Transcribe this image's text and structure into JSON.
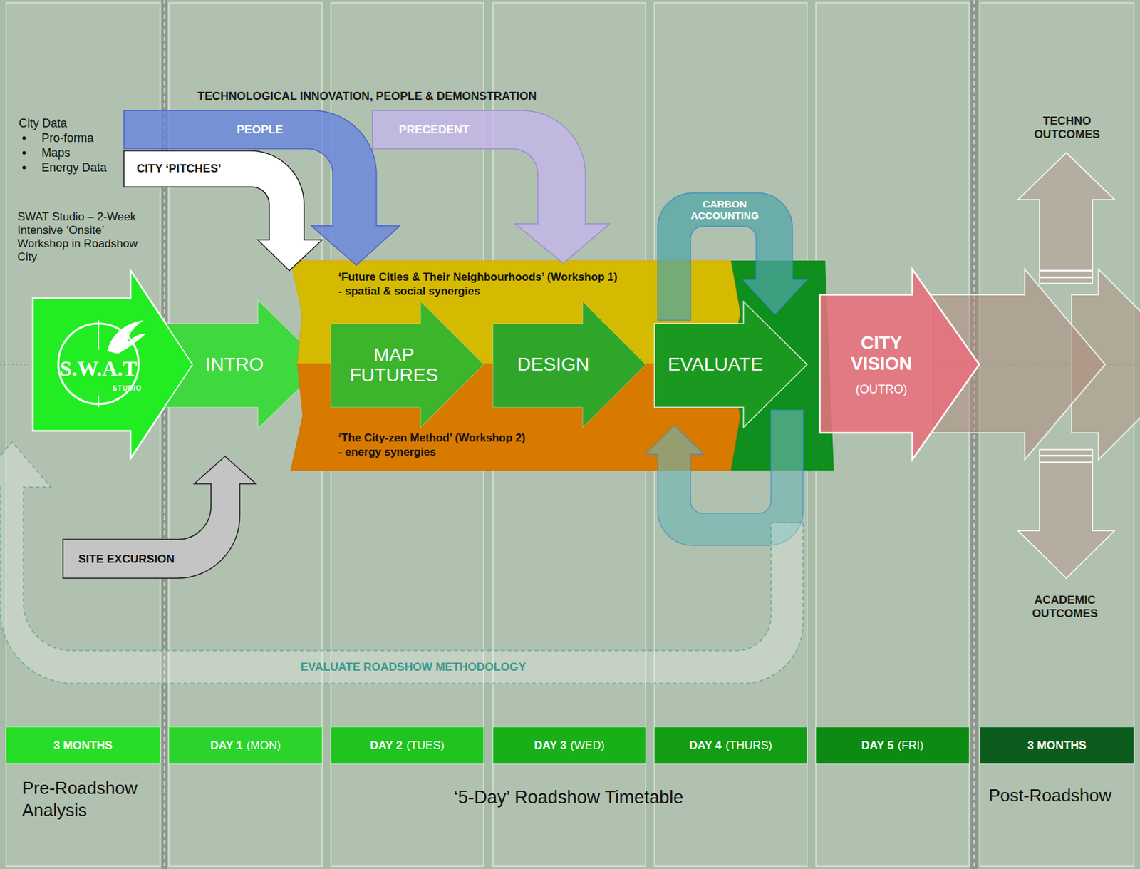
{
  "diagram": {
    "nodes": [
      {
        "text": [
          "S.W.A.T",
          "STUDIO"
        ]
      },
      {
        "text": [
          "INTRO"
        ]
      },
      {
        "text": [
          "‘Future Cities & Their Neighbourhoods’ (Workshop 1)",
          "- spatial & social synergies"
        ]
      },
      {
        "text": [
          "‘The City-zen Method’ (Workshop 2)",
          "- energy synergies"
        ]
      },
      {
        "text": [
          "MAP FUTURES"
        ]
      },
      {
        "text": [
          "DESIGN"
        ]
      },
      {
        "text": [
          "EVALUATE"
        ]
      },
      {
        "text": [
          "CITY VISION",
          "(OUTRO)"
        ]
      },
      {
        "text": [
          "PEOPLE"
        ]
      },
      {
        "text": [
          "PRECEDENT"
        ]
      },
      {
        "text": [
          "CITY ‘PITCHES’"
        ]
      },
      {
        "text": [
          "CARBON ACCOUNTING"
        ]
      },
      {
        "text": [
          "SITE EXCURSION"
        ]
      },
      {
        "text": [
          "EVALUATE ROADSHOW METHODOLOGY"
        ]
      },
      {
        "text": [
          "3 MONTHS"
        ]
      },
      {
        "text": [
          "DAY 1",
          "(MON)"
        ]
      },
      {
        "text": [
          "DAY 2",
          "(TUES)"
        ]
      },
      {
        "text": [
          "DAY 3",
          "(WED)"
        ]
      },
      {
        "text": [
          "DAY 4",
          "(THURS)"
        ]
      },
      {
        "text": [
          "DAY 5",
          "(FRI)"
        ]
      },
      {
        "text": [
          "3 MONTHS"
        ]
      }
    ],
    "labels": [
      "TECHNOLOGICAL INNOVATION, PEOPLE & DEMONSTRATION",
      "City Data",
      "Pro-forma",
      "Maps",
      "Energy Data",
      "SWAT Studio – 2-Week Intensive ‘Onsite’ Workshop in Roadshow City",
      "TECHNO OUTCOMES",
      "ACADEMIC OUTCOMES",
      "Pre-Roadshow Analysis",
      "‘5-Day’ Roadshow Timetable",
      "Post-Roadshow"
    ]
  }
}
